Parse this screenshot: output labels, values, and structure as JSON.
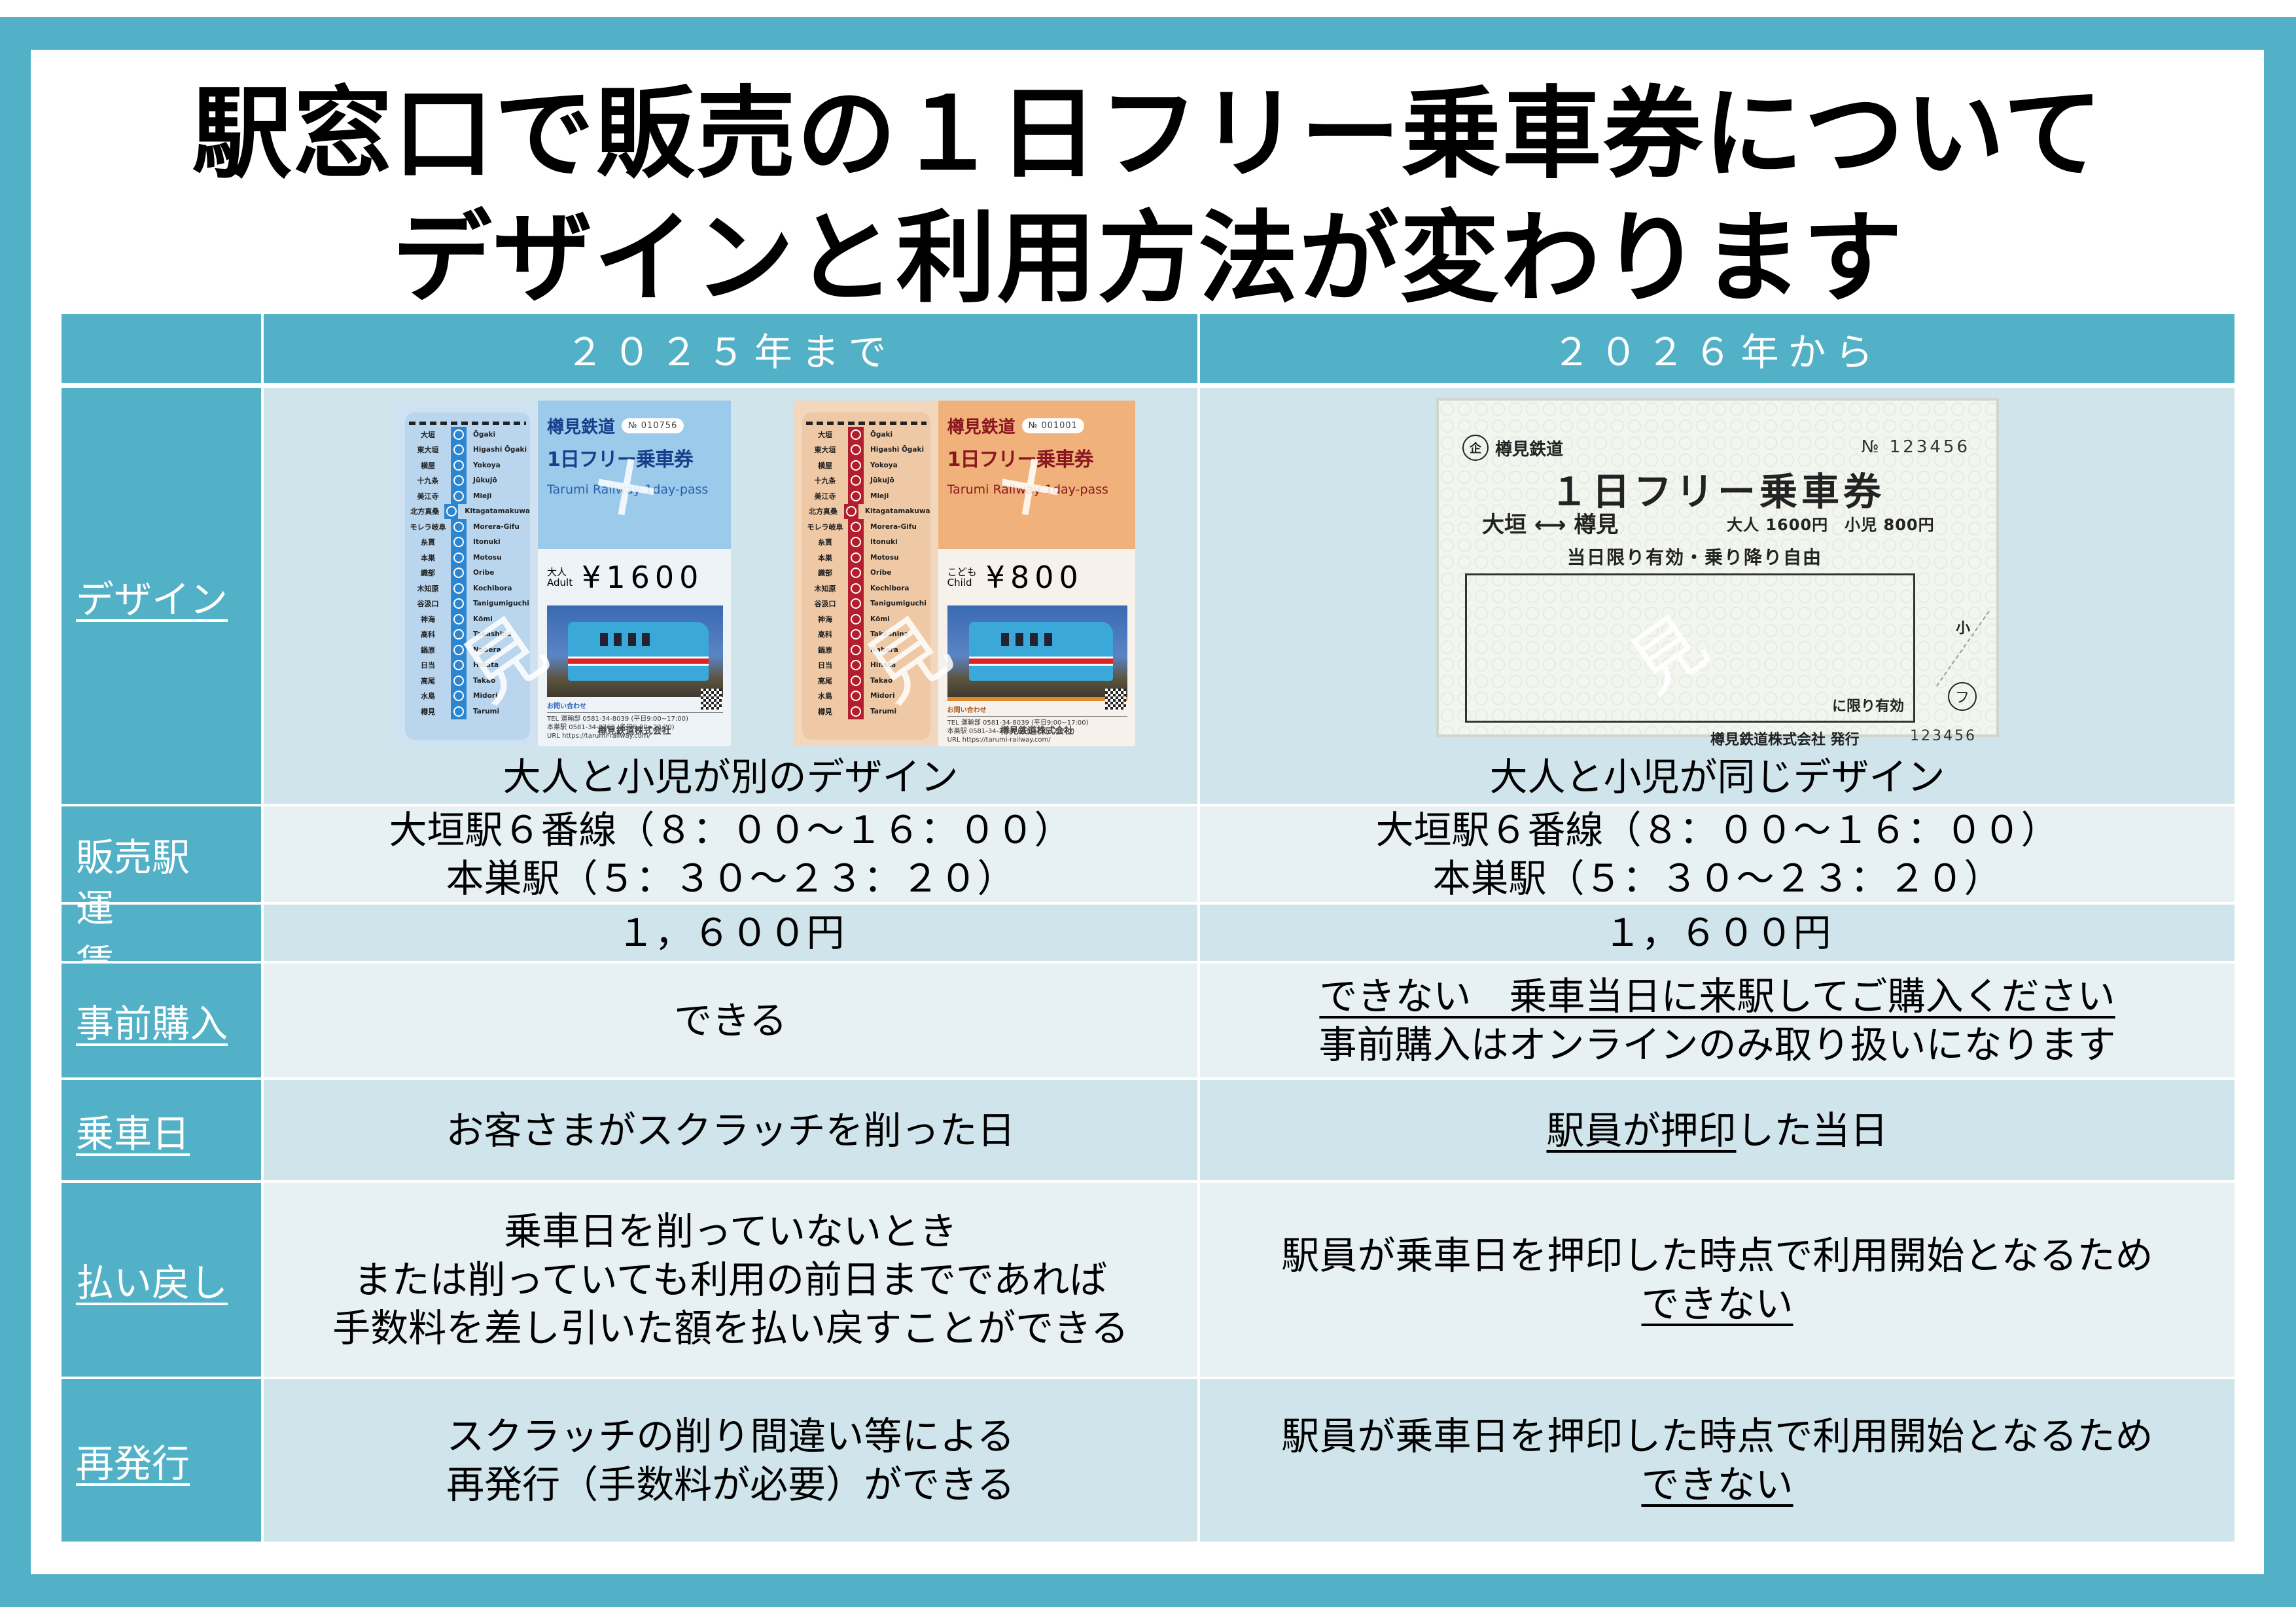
{
  "title": {
    "line1": "駅窓口で販売の１日フリー乗車券について",
    "line2": "デザインと利用方法が変わります"
  },
  "table": {
    "headers": [
      "",
      "２０２５年まで",
      "２０２６年から"
    ],
    "rows": {
      "design": {
        "label": "デザイン",
        "old_caption": "大人と小児が別のデザイン",
        "new_caption": "大人と小児が同じデザイン"
      },
      "station": {
        "label": "販売駅",
        "old_lines": [
          "大垣駅６番線（８：００～１６：００）",
          "本巣駅（５：３０～２３：２０）"
        ],
        "new_lines": [
          "大垣駅６番線（８：００～１６：００）",
          "本巣駅（５：３０～２３：２０）"
        ]
      },
      "fare": {
        "label": "運　賃",
        "old": "１，６００円",
        "new": "１，６００円"
      },
      "advance": {
        "label": "事前購入",
        "old": "できる",
        "new_line1": "できない　乗車当日に来駅してご購入ください",
        "new_line2": "事前購入はオンラインのみ取り扱いになります"
      },
      "ride_day": {
        "label": "乗車日",
        "old": "お客さまがスクラッチを削った日",
        "new_underlined": "駅員が押印",
        "new_rest": "した当日"
      },
      "refund": {
        "label": "払い戻し",
        "old_lines": [
          "乗車日を削っていないとき",
          "または削っていても利用の前日までであれば",
          "手数料を差し引いた額を払い戻すことができる"
        ],
        "new_line1": "駅員が乗車日を押印した時点で利用開始となるため",
        "new_line2": "できない"
      },
      "reissue": {
        "label": "再発行",
        "old_lines": [
          "スクラッチの削り間違い等による",
          "再発行（手数料が必要）ができる"
        ],
        "new_line1": "駅員が乗車日を押印した時点で利用開始となるため",
        "new_line2": "できない"
      }
    }
  },
  "old_tickets": {
    "stations_jp": [
      "大垣",
      "東大垣",
      "横屋",
      "十九条",
      "美江寺",
      "北方真桑",
      "モレラ岐阜",
      "糸貫",
      "本巣",
      "織部",
      "木知原",
      "谷汲口",
      "神海",
      "高科",
      "鍋原",
      "日当",
      "高尾",
      "水鳥",
      "樽見"
    ],
    "stations_en": [
      "Ōgaki",
      "Higashi Ōgaki",
      "Yokoya",
      "Jūkujō",
      "Mieji",
      "Kitagatamakuwa",
      "Morera-Gifu",
      "Itonuki",
      "Motosu",
      "Oribe",
      "Kochibora",
      "Tanigumiguchi",
      "Kōmi",
      "Takashina",
      "Nabera",
      "Hinata",
      "Takao",
      "Midori",
      "Tarumi"
    ],
    "brand": "樽見鉄道",
    "pass_title": "1日フリー乗車券",
    "pass_en": "Tarumi Railway 1day-pass",
    "contact_heading": "お問い合わせ",
    "contact_tel1": "TEL 運輸部 0581-34-8039 (平日9:00~17:00)",
    "contact_tel2": "本巣駅 0581-34-3768 (各日5:30~23:20)",
    "contact_url": "URL https://tarumi-railway.com/",
    "company": "樽見鉄道株式会社",
    "watermark1": "×",
    "watermark2": "見",
    "adult": {
      "no": "№ 010756",
      "who_jp": "大人",
      "who_en": "Adult",
      "amount": "¥1600",
      "color": "#5AA7D8",
      "line_color": "#2C86CF"
    },
    "child": {
      "no": "№ 001001",
      "who_jp": "こども",
      "who_en": "Child",
      "amount": "¥800",
      "color": "#F0B27A",
      "line_color": "#B21E2E"
    }
  },
  "new_ticket": {
    "company_mark": "企",
    "company": "樽見鉄道",
    "no": "№ 123456",
    "title": "１日フリー乗車券",
    "route": "大垣 ⟷ 樽見",
    "fare": "大人 1600円　小児 800円",
    "validity": "当日限り有効・乗り降り自由",
    "box_label": "に限り有効",
    "small": "小",
    "circle": "フ",
    "issuer": "樽見鉄道株式会社 発行",
    "serial": "123456",
    "watermark": "見"
  },
  "colors": {
    "teal": "#52B1C7",
    "row_dark": "#D0E4EB",
    "row_light": "#E7F0F3"
  }
}
